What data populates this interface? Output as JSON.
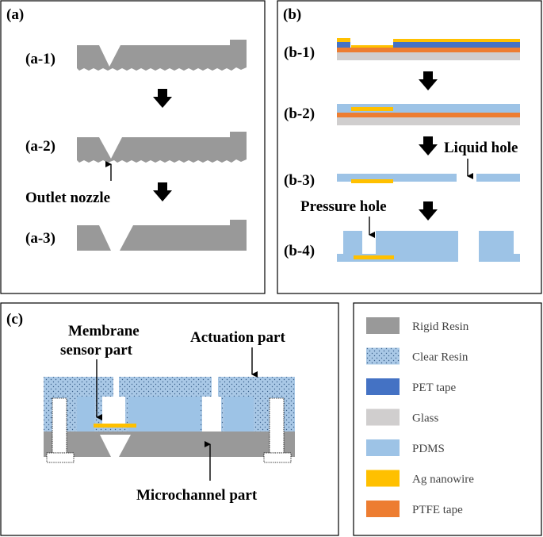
{
  "panels": {
    "a": {
      "label": "(a)",
      "steps": [
        "(a-1)",
        "(a-2)",
        "(a-3)"
      ],
      "annotation": "Outlet nozzle"
    },
    "b": {
      "label": "(b)",
      "steps": [
        "(b-1)",
        "(b-2)",
        "(b-3)",
        "(b-4)"
      ],
      "annotations": {
        "liquid_hole": "Liquid hole",
        "pressure_hole": "Pressure hole"
      }
    },
    "c": {
      "label": "(c)",
      "annotations": {
        "membrane_line1": "Membrane",
        "membrane_line2": "sensor part",
        "actuation": "Actuation part",
        "microchannel": "Microchannel part"
      }
    }
  },
  "legend": [
    {
      "label": "Rigid Resin",
      "color": "#999999"
    },
    {
      "label": "Clear Resin",
      "color": "#a9c8e6",
      "pattern": "dots"
    },
    {
      "label": "PET tape",
      "color": "#4472c4"
    },
    {
      "label": "Glass",
      "color": "#d0cece"
    },
    {
      "label": "PDMS",
      "color": "#9dc3e6"
    },
    {
      "label": "Ag nanowire",
      "color": "#ffc000"
    },
    {
      "label": "PTFE tape",
      "color": "#ed7d31"
    }
  ]
}
